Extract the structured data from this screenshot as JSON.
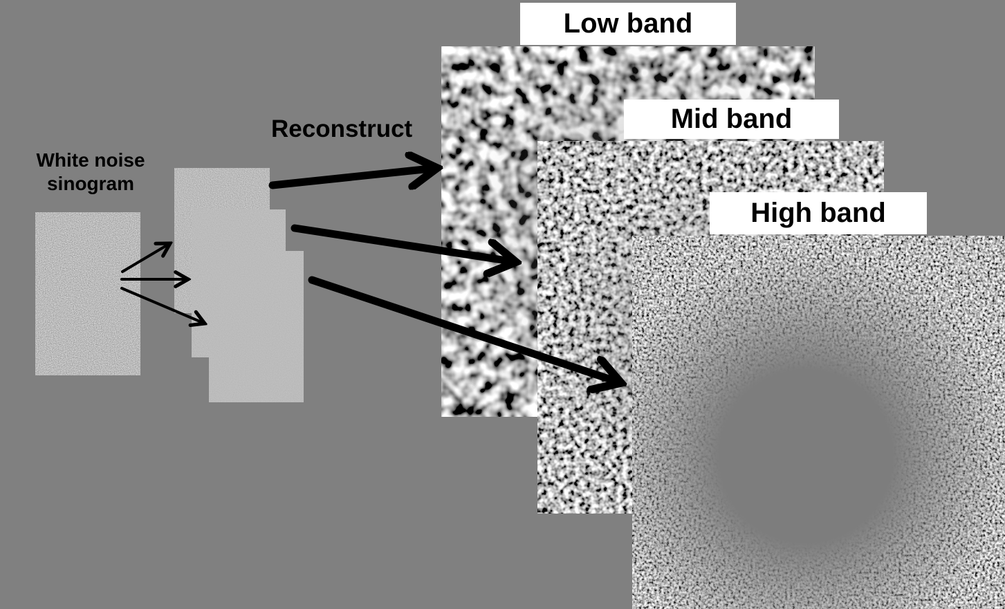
{
  "figure": {
    "source": {
      "line1": "White noise",
      "line2": "sinogram"
    },
    "process": {
      "label": "Reconstruct"
    },
    "bands": [
      {
        "id": "low",
        "label": "Low band"
      },
      {
        "id": "mid",
        "label": "Mid band"
      },
      {
        "id": "high",
        "label": "High band"
      }
    ]
  },
  "icons": {
    "reconstruct_arrows": "thick-black-right-arrow",
    "split_arrows": "thin-black-right-arrow"
  },
  "colors": {
    "background": "#808080",
    "label_box_background": "#ffffff",
    "text": "#000000",
    "arrow": "#000000"
  }
}
